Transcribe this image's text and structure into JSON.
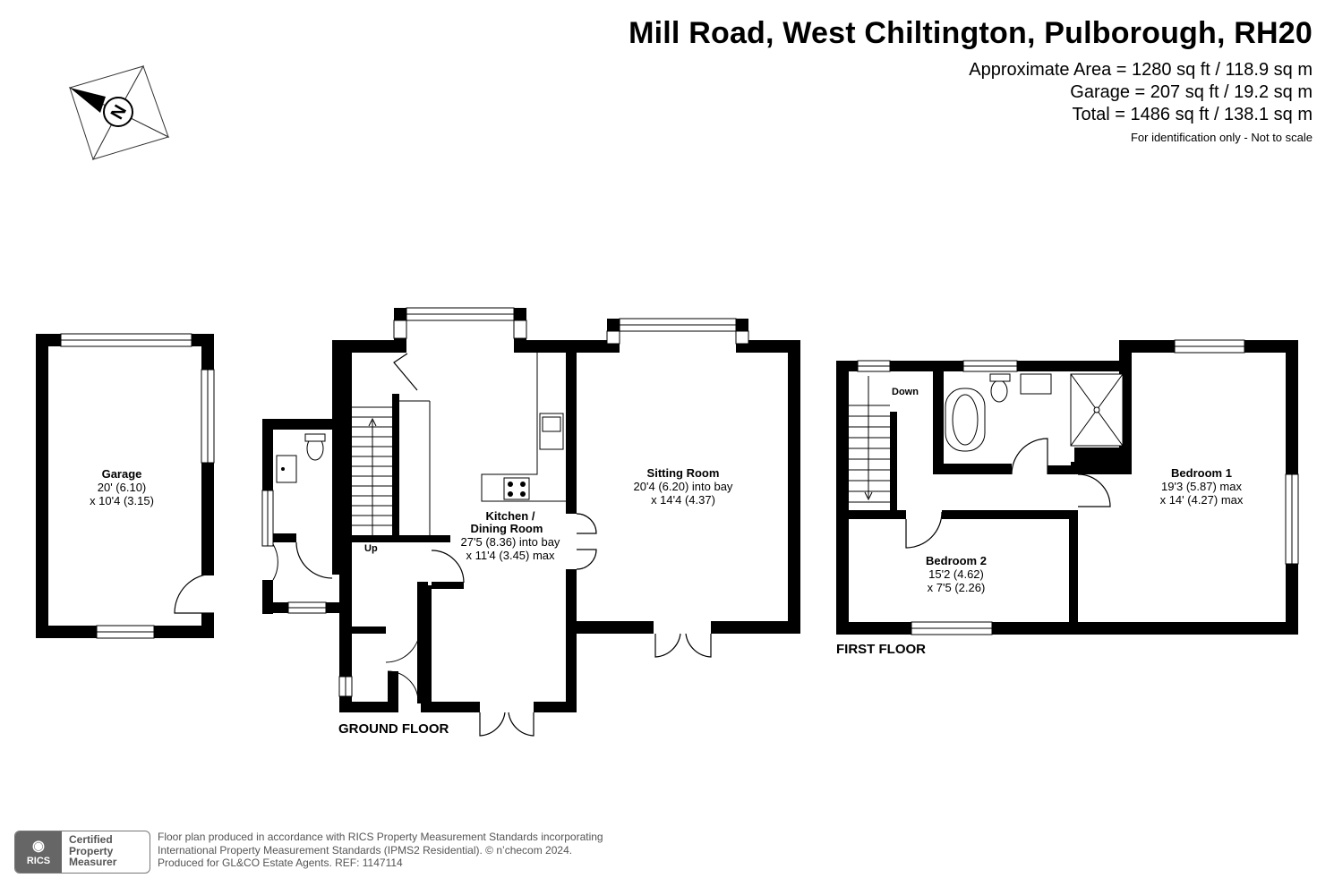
{
  "header": {
    "title": "Mill Road, West Chiltington, Pulborough, RH20",
    "area_approx": "Approximate Area = 1280 sq ft / 118.9 sq m",
    "area_garage": "Garage = 207 sq ft / 19.2 sq m",
    "area_total": "Total = 1486 sq ft / 138.1 sq m",
    "note": "For identification only - Not to scale"
  },
  "compass": {
    "icon": "north-arrow-icon",
    "letter": "N"
  },
  "rooms": {
    "garage": {
      "name": "Garage",
      "dim1": "20' (6.10)",
      "dim2": "x 10'4 (3.15)"
    },
    "kitchen": {
      "name1": "Kitchen /",
      "name2": "Dining Room",
      "dim1": "27'5 (8.36) into bay",
      "dim2": "x 11'4 (3.45) max"
    },
    "sitting": {
      "name": "Sitting Room",
      "dim1": "20'4 (6.20) into bay",
      "dim2": "x 14'4 (4.37)"
    },
    "bedroom1": {
      "name": "Bedroom 1",
      "dim1": "19'3 (5.87) max",
      "dim2": "x 14' (4.27) max"
    },
    "bedroom2": {
      "name": "Bedroom 2",
      "dim1": "15'2 (4.62)",
      "dim2": "x 7'5 (2.26)"
    }
  },
  "stairs": {
    "up": "Up",
    "down": "Down"
  },
  "floors": {
    "ground": "GROUND FLOOR",
    "first": "FIRST FLOOR"
  },
  "footer": {
    "line1": "Floor plan produced in accordance with RICS Property Measurement Standards incorporating",
    "line2": "International Property Measurement Standards (IPMS2 Residential).   © n’checom 2024.",
    "line3": "Produced for GL&CO Estate Agents.   REF: 1147114"
  },
  "badge": {
    "mark": "◉",
    "word": "RICS",
    "line1": "Certified",
    "line2": "Property",
    "line3": "Measurer"
  },
  "colors": {
    "wall": "#000000",
    "text": "#000000",
    "footer_text": "#555555",
    "badge_gray": "#666666"
  }
}
